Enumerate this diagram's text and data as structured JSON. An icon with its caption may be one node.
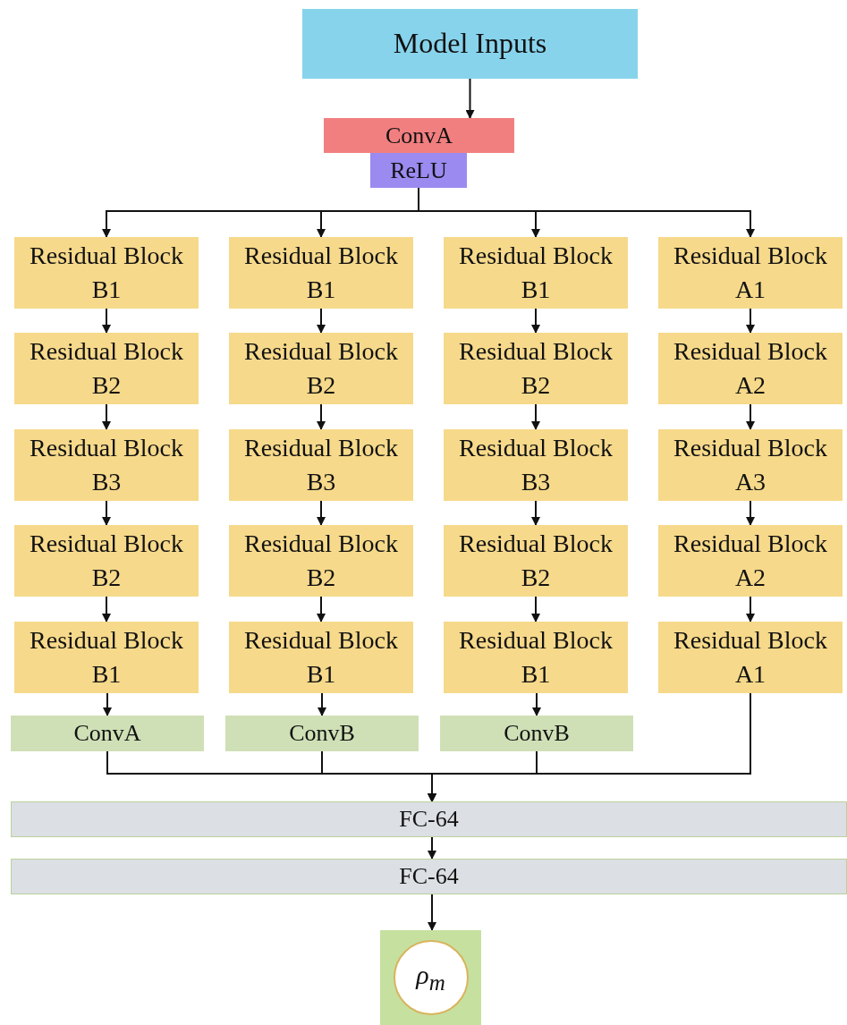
{
  "diagram": {
    "nodes": [
      {
        "text": [
          "Model Inputs"
        ]
      },
      {
        "text": [
          "ConvA"
        ]
      },
      {
        "text": [
          "ReLU"
        ]
      },
      {
        "text": [
          "Residual Block B1"
        ]
      },
      {
        "text": [
          "Residual Block B1"
        ]
      },
      {
        "text": [
          "Residual Block B1"
        ]
      },
      {
        "text": [
          "Residual Block A1"
        ]
      },
      {
        "text": [
          "Residual Block B2"
        ]
      },
      {
        "text": [
          "Residual Block B2"
        ]
      },
      {
        "text": [
          "Residual Block B2"
        ]
      },
      {
        "text": [
          "Residual Block A2"
        ]
      },
      {
        "text": [
          "Residual Block B3"
        ]
      },
      {
        "text": [
          "Residual Block B3"
        ]
      },
      {
        "text": [
          "Residual Block B3"
        ]
      },
      {
        "text": [
          "Residual Block A3"
        ]
      },
      {
        "text": [
          "Residual Block B2"
        ]
      },
      {
        "text": [
          "Residual Block B2"
        ]
      },
      {
        "text": [
          "Residual Block B2"
        ]
      },
      {
        "text": [
          "Residual Block A2"
        ]
      },
      {
        "text": [
          "Residual Block B1"
        ]
      },
      {
        "text": [
          "Residual Block B1"
        ]
      },
      {
        "text": [
          "Residual Block B1"
        ]
      },
      {
        "text": [
          "Residual Block A1"
        ]
      },
      {
        "text": [
          "ConvA"
        ]
      },
      {
        "text": [
          "ConvB"
        ]
      },
      {
        "text": [
          "ConvB"
        ]
      },
      {
        "text": [
          "FC-64"
        ]
      },
      {
        "text": [
          "FC-64"
        ]
      },
      {
        "text": [
          "ρ$_{m}$"
        ]
      }
    ],
    "edges": [
      {
        "from": 0,
        "to": 1,
        "arrow": "to"
      },
      {
        "from": 2,
        "to": 3,
        "arrow": "to"
      },
      {
        "from": 2,
        "to": 4,
        "arrow": "to"
      },
      {
        "from": 2,
        "to": 5,
        "arrow": "to"
      },
      {
        "from": 2,
        "to": 6,
        "arrow": "to"
      },
      {
        "from": 3,
        "to": 7,
        "arrow": "to"
      },
      {
        "from": 7,
        "to": 11,
        "arrow": "to"
      },
      {
        "from": 11,
        "to": 15,
        "arrow": "to"
      },
      {
        "from": 15,
        "to": 19,
        "arrow": "to"
      },
      {
        "from": 19,
        "to": 23,
        "arrow": "to"
      },
      {
        "from": 4,
        "to": 8,
        "arrow": "to"
      },
      {
        "from": 8,
        "to": 12,
        "arrow": "to"
      },
      {
        "from": 12,
        "to": 16,
        "arrow": "to"
      },
      {
        "from": 16,
        "to": 20,
        "arrow": "to"
      },
      {
        "from": 20,
        "to": 24,
        "arrow": "to"
      },
      {
        "from": 5,
        "to": 9,
        "arrow": "to"
      },
      {
        "from": 9,
        "to": 13,
        "arrow": "to"
      },
      {
        "from": 13,
        "to": 17,
        "arrow": "to"
      },
      {
        "from": 17,
        "to": 21,
        "arrow": "to"
      },
      {
        "from": 21,
        "to": 25,
        "arrow": "to"
      },
      {
        "from": 6,
        "to": 10,
        "arrow": "to"
      },
      {
        "from": 10,
        "to": 14,
        "arrow": "to"
      },
      {
        "from": 14,
        "to": 18,
        "arrow": "to"
      },
      {
        "from": 18,
        "to": 22,
        "arrow": "to"
      },
      {
        "from": 23,
        "to": 26,
        "arrow": "to"
      },
      {
        "from": 24,
        "to": 26,
        "arrow": "to"
      },
      {
        "from": 25,
        "to": 26,
        "arrow": "to"
      },
      {
        "from": 22,
        "to": 26,
        "arrow": "to"
      },
      {
        "from": 26,
        "to": 27,
        "arrow": "to"
      },
      {
        "from": 27,
        "to": 28,
        "arrow": "to"
      }
    ]
  }
}
